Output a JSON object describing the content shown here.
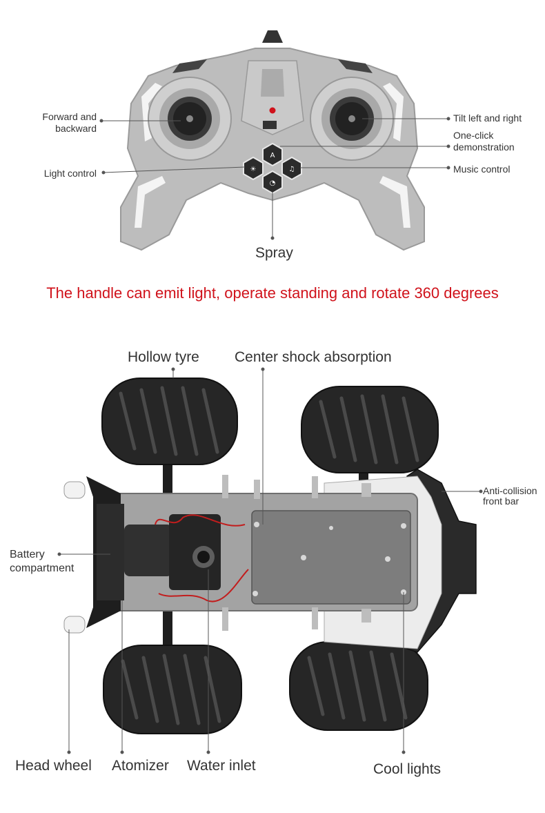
{
  "colors": {
    "accent": "#d0121b",
    "remote_body": "#bdbdbd",
    "tyre": "#222222",
    "chassis": "#8a8a8a"
  },
  "remote": {
    "labels": {
      "forward_backward": [
        "Forward and",
        "backward"
      ],
      "light_control": "Light control",
      "tilt": "Tilt left and right",
      "demo": [
        "One-click",
        "demonstration"
      ],
      "music": "Music control",
      "spray": "Spray"
    }
  },
  "tagline": "The handle can emit light, operate standing and rotate 360 degrees",
  "car": {
    "labels": {
      "hollow_tyre": "Hollow tyre",
      "center_shock": "Center shock absorption",
      "anti_collision": [
        "Anti-collision",
        "front bar"
      ],
      "battery": [
        "Battery",
        "compartment"
      ],
      "head_wheel": "Head wheel",
      "atomizer": "Atomizer",
      "water_inlet": "Water inlet",
      "cool_lights": "Cool lights"
    }
  }
}
